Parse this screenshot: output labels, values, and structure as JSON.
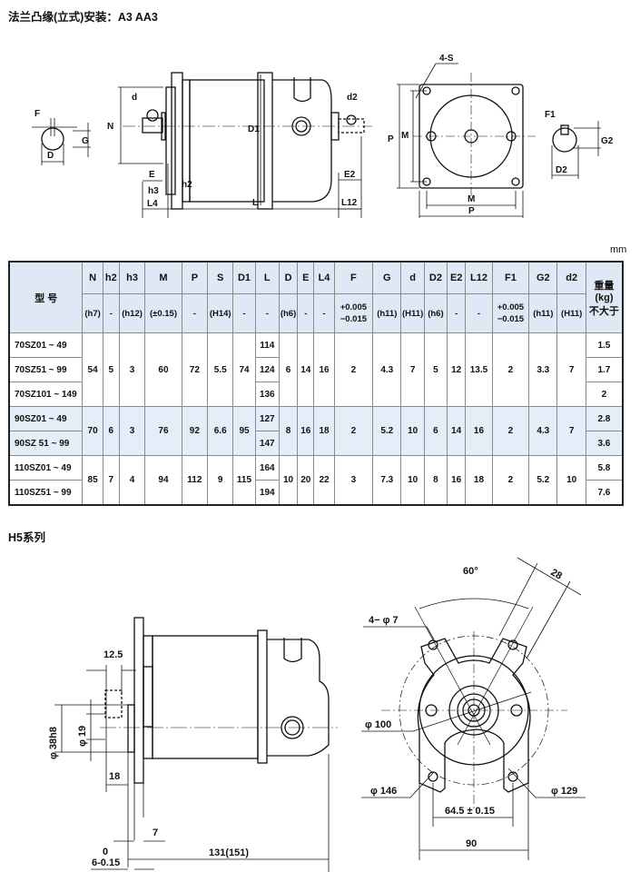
{
  "header": {
    "title": "法兰凸缘(立式)安装：A3  AA3",
    "unit": "mm"
  },
  "top_drawing": {
    "labels": [
      "F",
      "G",
      "D",
      "N",
      "d",
      "E",
      "h3",
      "h2",
      "L4",
      "L",
      "D1",
      "d2",
      "E2",
      "L12",
      "4-S",
      "P",
      "M",
      "M",
      "P",
      "F1",
      "G2",
      "D2"
    ]
  },
  "table": {
    "model_header": "型 号",
    "columns": [
      {
        "name": "N",
        "tol": "(h7)"
      },
      {
        "name": "h2",
        "tol": "-"
      },
      {
        "name": "h3",
        "tol": "(h12)"
      },
      {
        "name": "M",
        "tol": "(±0.15)"
      },
      {
        "name": "P",
        "tol": "-"
      },
      {
        "name": "S",
        "tol": "(H14)"
      },
      {
        "name": "D1",
        "tol": "-"
      },
      {
        "name": "L",
        "tol": "-"
      },
      {
        "name": "D",
        "tol": "(h6)"
      },
      {
        "name": "E",
        "tol": "-"
      },
      {
        "name": "L4",
        "tol": "-"
      },
      {
        "name": "F",
        "tol_top": "+0.005",
        "tol_bottom": "−0.015"
      },
      {
        "name": "G",
        "tol": "(h11)"
      },
      {
        "name": "d",
        "tol": "(H11)"
      },
      {
        "name": "D2",
        "tol": "(h6)"
      },
      {
        "name": "E2",
        "tol": "-"
      },
      {
        "name": "L12",
        "tol": "-"
      },
      {
        "name": "F1",
        "tol_top": "+0.005",
        "tol_bottom": "−0.015"
      },
      {
        "name": "G2",
        "tol": "(h11)"
      },
      {
        "name": "d2",
        "tol": "(H11)"
      }
    ],
    "weight_header": {
      "line1": "重量",
      "line2": "(kg)",
      "line3": "不大于"
    },
    "groups": [
      {
        "models": [
          "70SZ01 ~ 49",
          "70SZ51 ~ 99",
          "70SZ101 ~ 149"
        ],
        "L": [
          "114",
          "124",
          "136"
        ],
        "weights": [
          "1.5",
          "1.7",
          "2"
        ],
        "values": {
          "N": "54",
          "h2": "5",
          "h3": "3",
          "M": "60",
          "P": "72",
          "S": "5.5",
          "D1": "74",
          "D": "6",
          "E": "14",
          "L4": "16",
          "F": "2",
          "G": "4.3",
          "d": "7",
          "D2": "5",
          "E2": "12",
          "L12": "13.5",
          "F1": "2",
          "G2": "3.3",
          "d2": "7"
        }
      },
      {
        "models": [
          "90SZ01 ~ 49",
          "90SZ 51 ~ 99"
        ],
        "L": [
          "127",
          "147"
        ],
        "weights": [
          "2.8",
          "3.6"
        ],
        "values": {
          "N": "70",
          "h2": "6",
          "h3": "3",
          "M": "76",
          "P": "92",
          "S": "6.6",
          "D1": "95",
          "D": "8",
          "E": "16",
          "L4": "18",
          "F": "2",
          "G": "5.2",
          "d": "10",
          "D2": "6",
          "E2": "14",
          "L12": "16",
          "F1": "2",
          "G2": "4.3",
          "d2": "7"
        }
      },
      {
        "models": [
          "110SZ01 ~ 49",
          "110SZ51 ~ 99"
        ],
        "L": [
          "164",
          "194"
        ],
        "weights": [
          "5.8",
          "7.6"
        ],
        "values": {
          "N": "85",
          "h2": "7",
          "h3": "4",
          "M": "94",
          "P": "112",
          "S": "9",
          "D1": "115",
          "D": "10",
          "E": "20",
          "L4": "22",
          "F": "3",
          "G": "7.3",
          "d": "10",
          "D2": "8",
          "E2": "16",
          "L12": "18",
          "F1": "2",
          "G2": "5.2",
          "d2": "10"
        }
      }
    ]
  },
  "h5": {
    "title": "H5系列",
    "side_labels": {
      "flange_offset": "12.5",
      "pilot_dia": "φ 38h8",
      "shaft_dia": "φ 19",
      "shaft_len": "18",
      "flange_thk": "7",
      "tol_top": "0",
      "tol_main": "6-0.15",
      "length": "131(151)"
    },
    "front_labels": {
      "angle": "60°",
      "slot": "28",
      "holes": "4− φ 7",
      "d100": "φ 100",
      "d146": "φ 146",
      "d129": "φ 129",
      "spacing": "64.5 ± 0.15",
      "width": "90"
    }
  }
}
